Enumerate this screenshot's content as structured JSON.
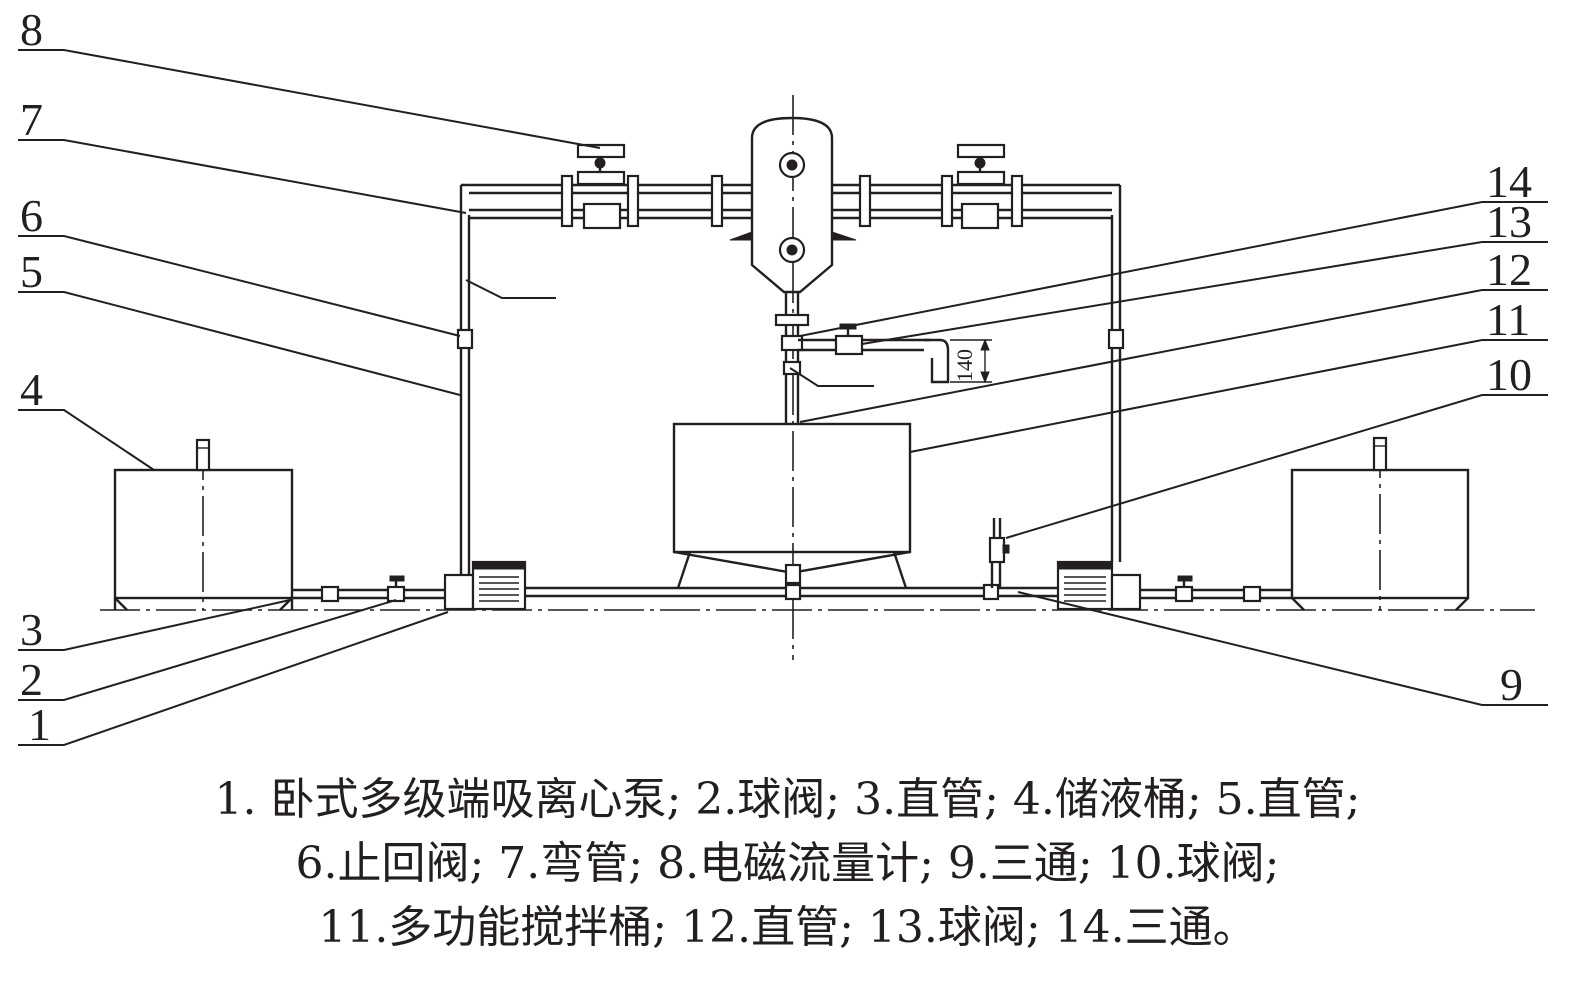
{
  "callouts": {
    "n1": "1",
    "n2": "2",
    "n3": "3",
    "n4": "4",
    "n5": "5",
    "n6": "6",
    "n7": "7",
    "n8": "8",
    "n9": "9",
    "n10": "10",
    "n11": "11",
    "n12": "12",
    "n13": "13",
    "n14": "14"
  },
  "dimension": {
    "label": "140"
  },
  "caption": {
    "line1": "1. 卧式多级端吸离心泵; 2.球阀; 3.直管; 4.储液桶; 5.直管;",
    "line2": "6.止回阀; 7.弯管; 8.电磁流量计; 9.三通; 10.球阀;",
    "line3": "11.多功能搅拌桶; 12.直管; 13.球阀; 14.三通。"
  }
}
